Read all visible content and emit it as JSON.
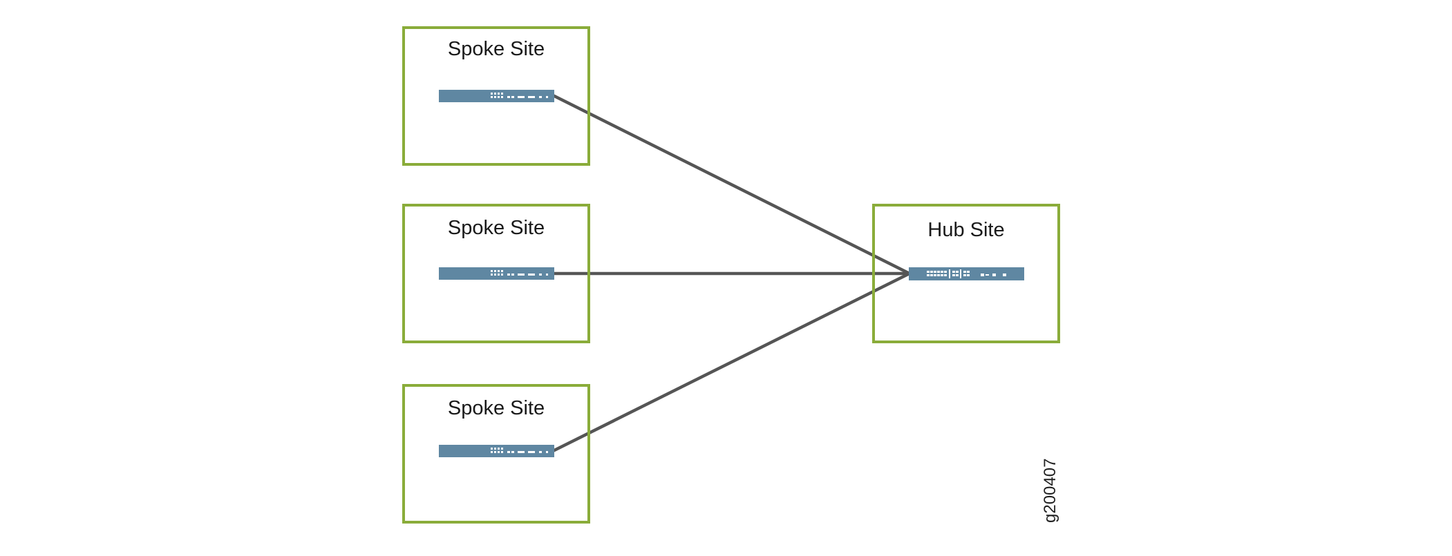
{
  "diagram": {
    "spoke_sites": [
      {
        "label": "Spoke Site"
      },
      {
        "label": "Spoke Site"
      },
      {
        "label": "Spoke Site"
      }
    ],
    "hub_site": {
      "label": "Hub Site"
    },
    "figure_id": "g200407",
    "colors": {
      "site_border": "#8aac3a",
      "device": "#5f87a2",
      "link": "#555555"
    },
    "icons": {
      "spoke_device": "switch-icon",
      "hub_device": "switch-icon"
    }
  }
}
